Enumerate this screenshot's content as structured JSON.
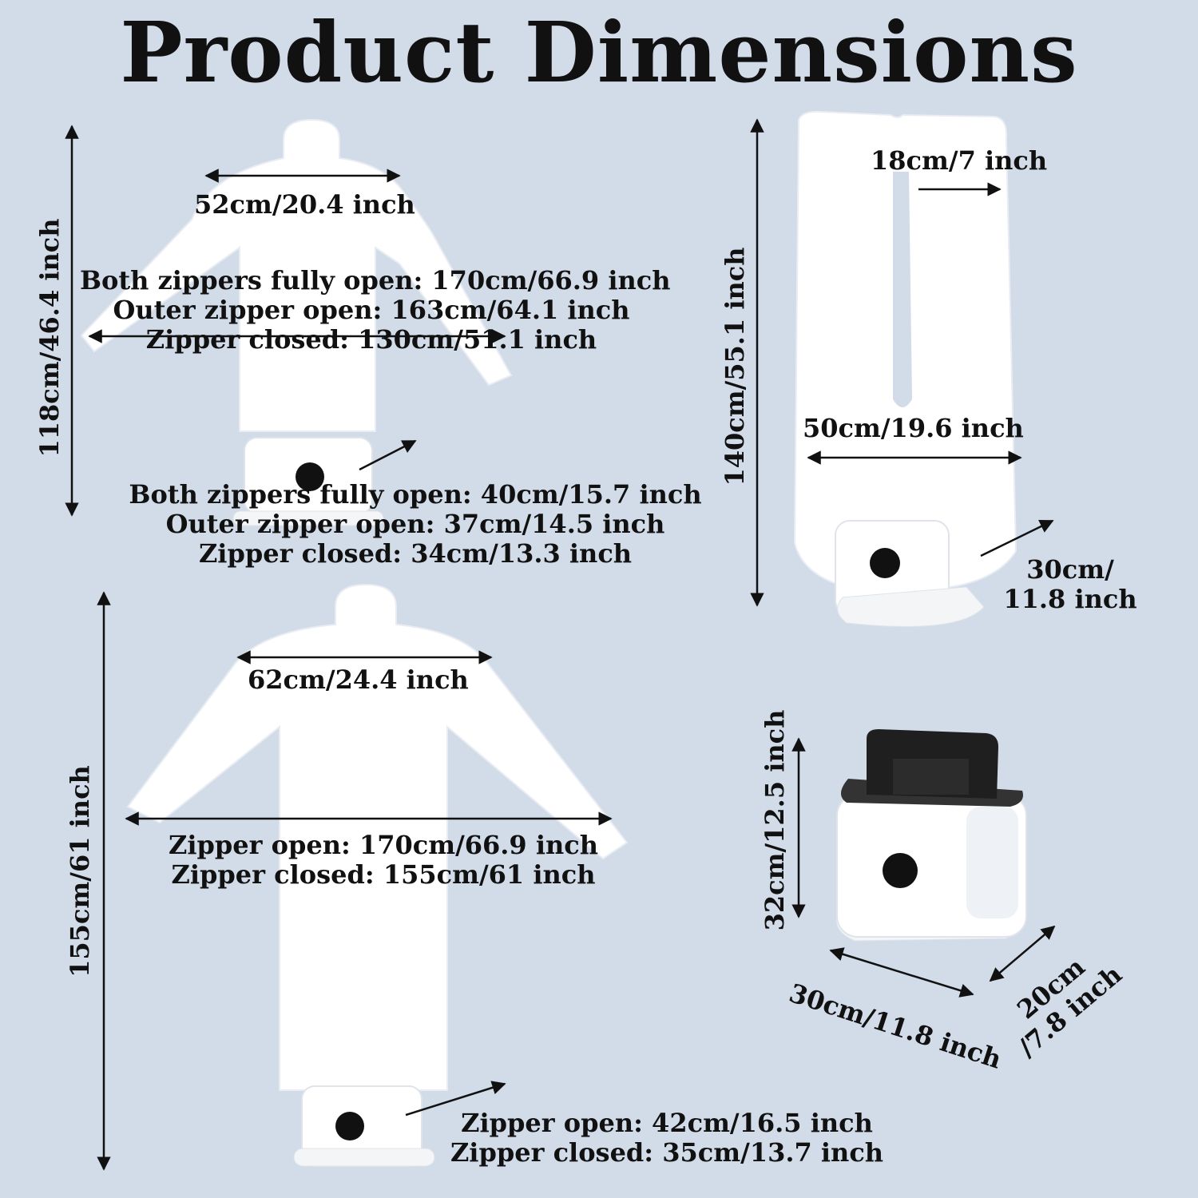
{
  "title": "Product Dimensions",
  "shirt_small": {
    "shoulder": "52cm/20.4 inch",
    "height": "118cm/46.4 inch",
    "width_lines": [
      "Both zippers fully open: 170cm/66.9 inch",
      "Outer zipper open: 163cm/64.1 inch",
      "Zipper closed: 130cm/51.1 inch"
    ],
    "waist_lines": [
      "Both zippers fully open: 40cm/15.7 inch",
      "Outer zipper open: 37cm/14.5 inch",
      "Zipper closed: 34cm/13.3 inch"
    ]
  },
  "pants": {
    "leg_width": "18cm/7 inch",
    "waist": "50cm/19.6 inch",
    "height": "140cm/55.1 inch",
    "base_line1": "30cm/",
    "base_line2": "11.8 inch"
  },
  "shirt_large": {
    "shoulder": "62cm/24.4 inch",
    "height": "155cm/61 inch",
    "width_lines": [
      "Zipper open: 170cm/66.9 inch",
      "Zipper closed: 155cm/61 inch"
    ],
    "waist_lines": [
      "Zipper open: 42cm/16.5 inch",
      "Zipper closed: 35cm/13.7 inch"
    ]
  },
  "base_unit": {
    "height": "32cm/12.5 inch",
    "width": "30cm/11.8 inch",
    "depth_line1": "20cm",
    "depth_line2": "/7.8 inch"
  }
}
